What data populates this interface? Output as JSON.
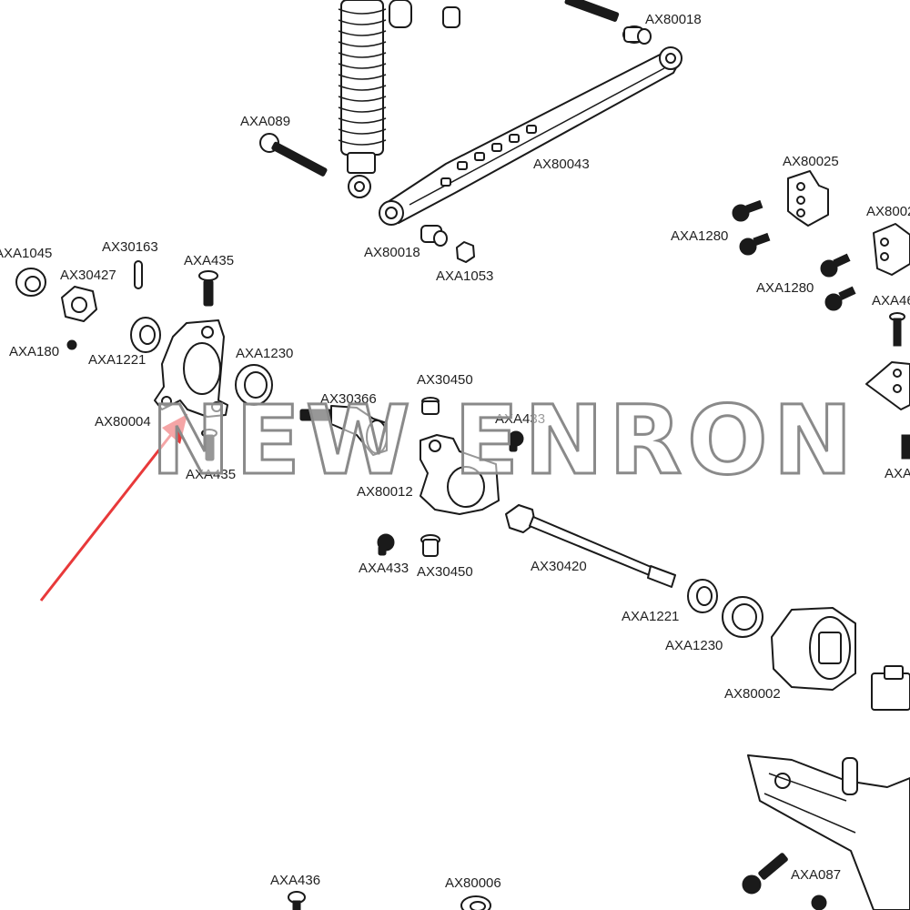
{
  "watermark": "NEW ENRON",
  "labels": [
    {
      "id": "axa1045",
      "text": "AXA1045"
    },
    {
      "id": "ax30163",
      "text": "AX30163"
    },
    {
      "id": "ax30427",
      "text": "AX30427"
    },
    {
      "id": "axa435a",
      "text": "AXA435"
    },
    {
      "id": "axa180",
      "text": "AXA180"
    },
    {
      "id": "axa1221a",
      "text": "AXA1221"
    },
    {
      "id": "axa1230a",
      "text": "AXA1230"
    },
    {
      "id": "ax80004",
      "text": "AX80004"
    },
    {
      "id": "axa435b",
      "text": "AXA435"
    },
    {
      "id": "ax30366",
      "text": "AX30366"
    },
    {
      "id": "ax30450a",
      "text": "AX30450"
    },
    {
      "id": "axa433a",
      "text": "AXA433"
    },
    {
      "id": "ax80012",
      "text": "AX80012"
    },
    {
      "id": "axa433b",
      "text": "AXA433"
    },
    {
      "id": "ax30450b",
      "text": "AX30450"
    },
    {
      "id": "ax30420",
      "text": "AX30420"
    },
    {
      "id": "axa1221b",
      "text": "AXA1221"
    },
    {
      "id": "axa1230b",
      "text": "AXA1230"
    },
    {
      "id": "ax80002",
      "text": "AX80002"
    },
    {
      "id": "axa089",
      "text": "AXA089"
    },
    {
      "id": "ax80018a",
      "text": "AX80018"
    },
    {
      "id": "ax80043",
      "text": "AX80043"
    },
    {
      "id": "ax80018b",
      "text": "AX80018"
    },
    {
      "id": "axa1053",
      "text": "AXA1053"
    },
    {
      "id": "ax80025",
      "text": "AX80025"
    },
    {
      "id": "axa1280a",
      "text": "AXA1280"
    },
    {
      "id": "axa1280b",
      "text": "AXA1280"
    },
    {
      "id": "ax8002x",
      "text": "AX8002"
    },
    {
      "id": "axa46x",
      "text": "AXA46"
    },
    {
      "id": "axax",
      "text": "AXA"
    },
    {
      "id": "axa436",
      "text": "AXA436"
    },
    {
      "id": "ax80006",
      "text": "AX80006"
    },
    {
      "id": "axa087",
      "text": "AXA087"
    }
  ],
  "colors": {
    "line": "#1a1a1a",
    "arrow": "#e8393a",
    "watermark_stroke": "#8a8a8a"
  }
}
